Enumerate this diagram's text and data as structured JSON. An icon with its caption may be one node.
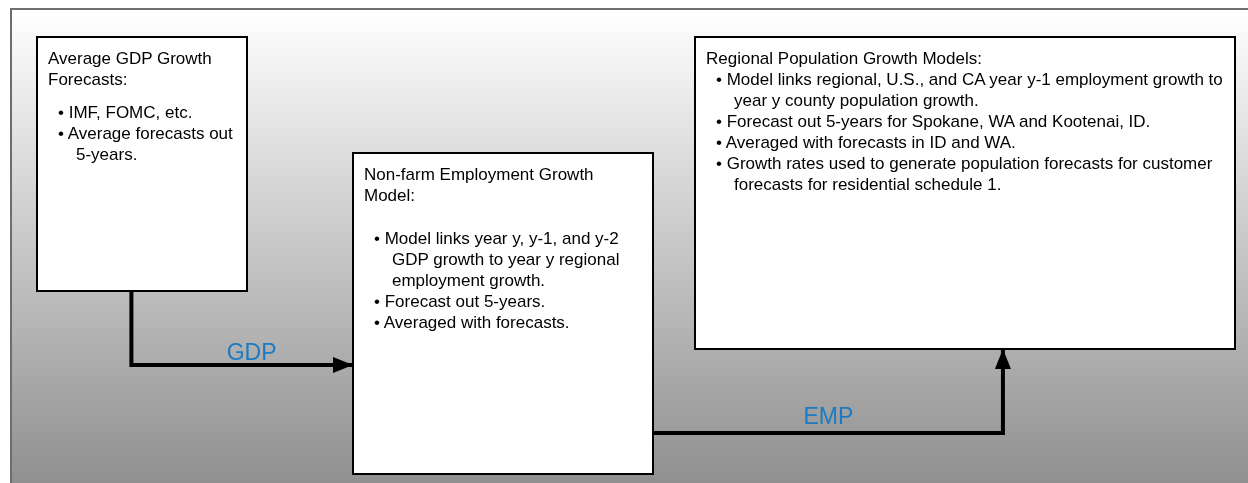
{
  "diagram": {
    "nodes": [
      {
        "text": [
          "Average GDP Growth Forecasts:",
          "• IMF, FOMC, etc.",
          "• Average forecasts out 5-years."
        ]
      },
      {
        "text": [
          "Non-farm Employment Growth Model:",
          "• Model links year y, y-1, and y-2 GDP growth to year y regional employment growth.",
          "• Forecast out 5-years.",
          "• Averaged with forecasts."
        ]
      },
      {
        "text": [
          "Regional Population Growth Models:",
          "• Model links regional, U.S., and CA year y-1 employment growth to year y county population growth.",
          "• Forecast out 5-years for Spokane, WA and Kootenai, ID.",
          "• Averaged with forecasts in ID and WA.",
          "• Growth rates used to generate population forecasts for customer forecasts for residential schedule 1."
        ]
      }
    ],
    "edges": [
      {
        "from": 0,
        "to": 1,
        "arrow": "to",
        "label": "GDP"
      },
      {
        "from": 1,
        "to": 2,
        "arrow": "to",
        "label": "EMP"
      }
    ]
  }
}
